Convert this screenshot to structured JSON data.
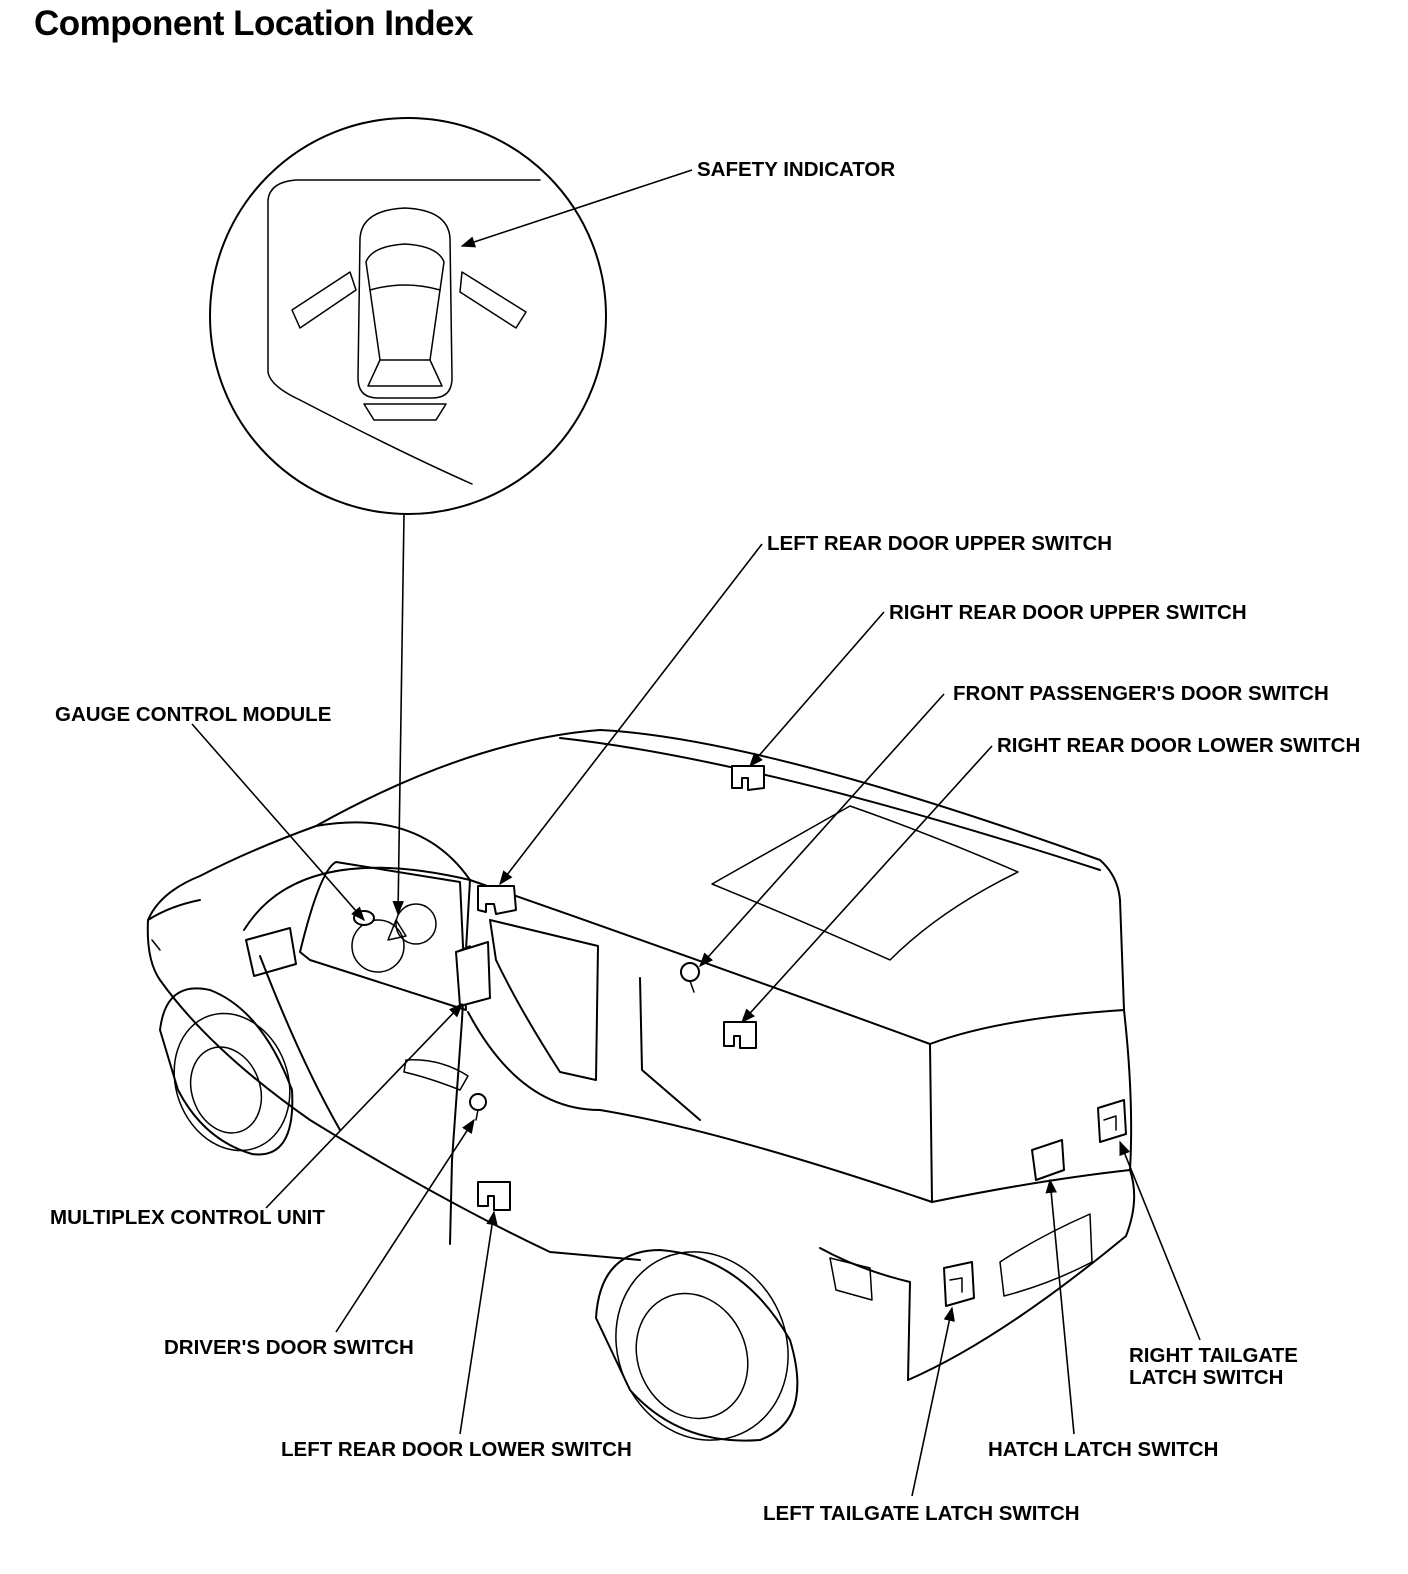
{
  "title": "Component Location Index",
  "labels": {
    "safety_indicator": "SAFETY INDICATOR",
    "left_rear_door_upper_switch": "LEFT REAR DOOR UPPER SWITCH",
    "right_rear_door_upper_switch": "RIGHT REAR DOOR UPPER SWITCH",
    "front_passengers_door_switch": "FRONT PASSENGER'S DOOR SWITCH",
    "right_rear_door_lower_switch": "RIGHT REAR DOOR LOWER SWITCH",
    "gauge_control_module": "GAUGE CONTROL MODULE",
    "multiplex_control_unit": "MULTIPLEX CONTROL UNIT",
    "drivers_door_switch": "DRIVER'S DOOR SWITCH",
    "left_rear_door_lower_switch": "LEFT REAR DOOR LOWER SWITCH",
    "right_tailgate_latch_switch_line1": "RIGHT TAILGATE",
    "right_tailgate_latch_switch_line2": "LATCH SWITCH",
    "hatch_latch_switch": "HATCH LATCH SWITCH",
    "left_tailgate_latch_switch": "LEFT TAILGATE LATCH SWITCH"
  }
}
